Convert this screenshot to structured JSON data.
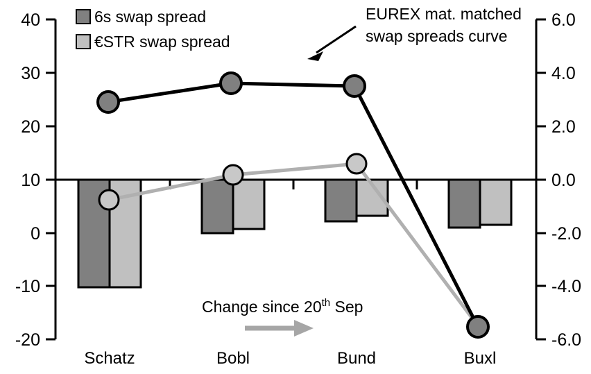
{
  "chart_data": {
    "type": "bar",
    "title": "",
    "subtitle": "",
    "xlabel": "",
    "ylabel": "",
    "y2label": "",
    "categories": [
      "Schatz",
      "Bobl",
      "Bund",
      "Buxl"
    ],
    "left_axis": {
      "ticks": [
        "40",
        "30",
        "20",
        "10",
        "0",
        "-10",
        "-20"
      ],
      "values": [
        40,
        30,
        20,
        10,
        0,
        -10,
        -20
      ],
      "ylim": [
        -20,
        40
      ]
    },
    "right_axis": {
      "ticks": [
        "6.0",
        "4.0",
        "2.0",
        "0.0",
        "-2.0",
        "-4.0",
        "-6.0"
      ],
      "values": [
        6.0,
        4.0,
        2.0,
        0.0,
        -2.0,
        -4.0,
        -6.0
      ],
      "ylim": [
        -6.0,
        6.0
      ]
    },
    "grid": false,
    "zero_line_left_value": 10,
    "legend": {
      "position": "top-left",
      "entries": [
        {
          "label": "6s swap spread",
          "color": "#808080",
          "axis": "right",
          "type": "bar"
        },
        {
          "label": "€STR swap spread",
          "color": "#c0c0c0",
          "axis": "right",
          "type": "bar"
        }
      ]
    },
    "series": [
      {
        "name": "6s swap spread",
        "type": "bar",
        "axis": "right",
        "color": "#808080",
        "values": [
          -4.1,
          -2.0,
          -1.55,
          -1.8
        ]
      },
      {
        "name": "€STR swap spread",
        "type": "bar",
        "axis": "right",
        "color": "#c0c0c0",
        "values": [
          -4.1,
          -1.85,
          -1.35,
          -1.7
        ]
      },
      {
        "name": "EUREX mat. matched swap spreads curve",
        "type": "line",
        "axis": "left",
        "color": "#000000",
        "marker_fill": "#808080",
        "values": [
          24.5,
          28.0,
          27.4,
          -17.9
        ]
      },
      {
        "name": "Change since 20th Sep",
        "type": "line",
        "axis": "left",
        "color": "#b0b0b0",
        "marker_fill": "#c0c0c0",
        "values": [
          6.1,
          10.7,
          12.8,
          -17.9
        ]
      }
    ],
    "annotations": [
      {
        "name": "eurex-curve-annotation",
        "line1": "EUREX mat. matched",
        "line2": "swap spreads curve",
        "arrow": "down-left",
        "color": "#000000"
      },
      {
        "name": "change-since-annotation",
        "text_before": "Change since 20",
        "superscript": "th",
        "text_after": " Sep",
        "arrow": "right",
        "arrow_color": "#a6a6a6"
      }
    ]
  }
}
